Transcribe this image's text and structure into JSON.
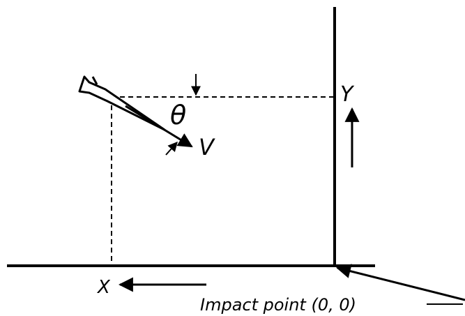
{
  "labels": {
    "y_axis": "Y",
    "x_axis": "X",
    "angle": "θ",
    "velocity": "V",
    "impact_point": "Impact point (0, 0)"
  }
}
